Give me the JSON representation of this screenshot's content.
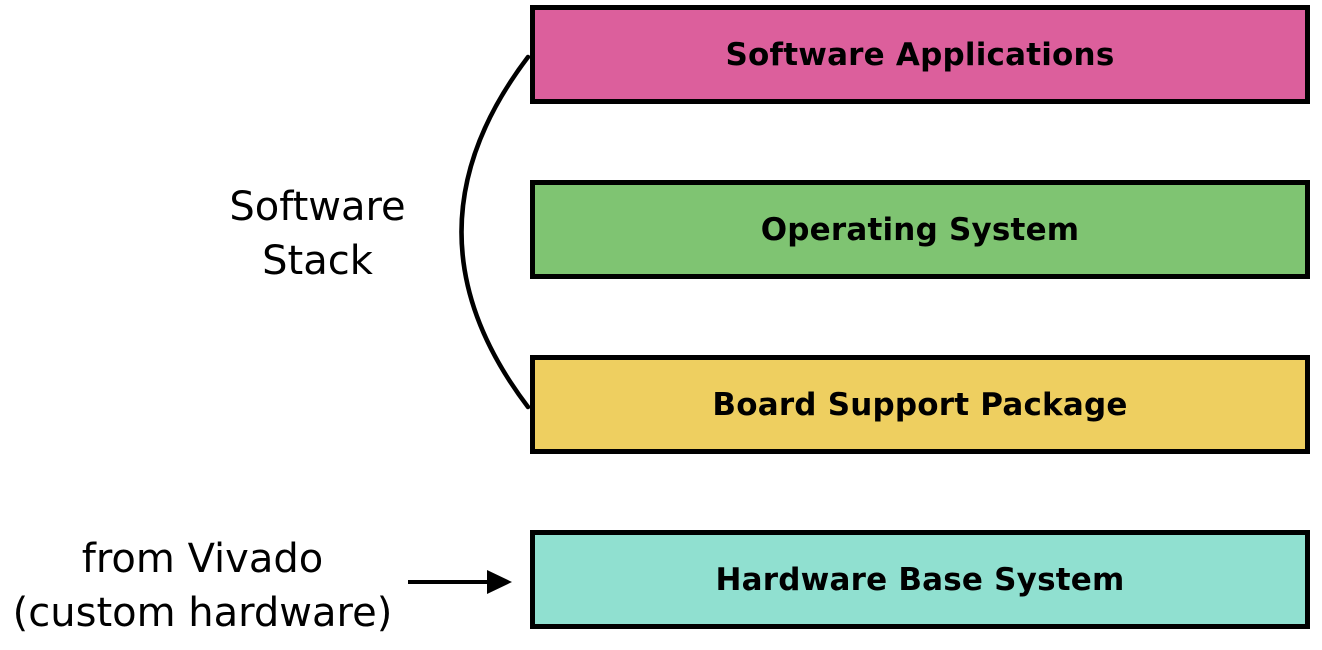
{
  "layers": [
    {
      "label": "Software Applications",
      "color": "#dc5f9c"
    },
    {
      "label": "Operating System",
      "color": "#7fc472"
    },
    {
      "label": "Board Support Package",
      "color": "#eecf60"
    },
    {
      "label": "Hardware Base System",
      "color": "#90e0d0"
    }
  ],
  "software_stack_label": {
    "line1": "Software",
    "line2": "Stack"
  },
  "source_label": {
    "line1": "from Vivado",
    "line2": "(custom hardware)"
  }
}
